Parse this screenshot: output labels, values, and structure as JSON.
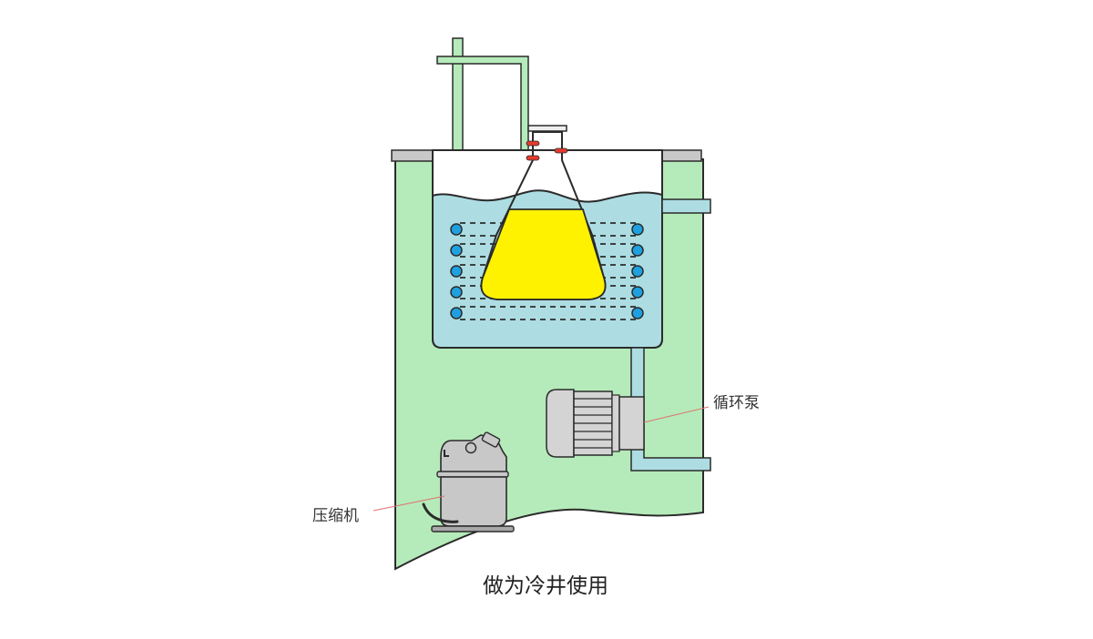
{
  "diagram": {
    "title": "做为冷井使用",
    "labels": {
      "pump": "循环泵",
      "compressor": "压缩机"
    },
    "components": [
      "cooling-tank",
      "bath-liquid",
      "erlenmeyer-flask",
      "cooling-coil",
      "circulation-pump",
      "compressor",
      "inlet-pipe",
      "outlet-pipe",
      "vent-tube"
    ],
    "colors": {
      "housing_green": "#b5ebba",
      "bath_blue": "#addde2",
      "flask_liquid_yellow": "#fff200",
      "coil_blue": "#1ea0e0",
      "metal_gray": "#c8c8c8",
      "stopper_red": "#e23b2e",
      "outline": "#2b2b2b",
      "leader_line": "#e07070"
    }
  }
}
